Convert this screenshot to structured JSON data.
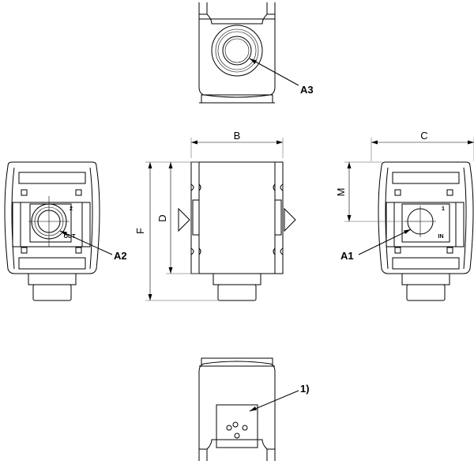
{
  "labels": {
    "a1": "A1",
    "a2": "A2",
    "a3": "A3",
    "note1": "1)"
  },
  "dimensions": {
    "b": "B",
    "c": "C",
    "d": "D",
    "f": "F",
    "m": "M"
  },
  "port_marks": {
    "inlet_number": "1",
    "inlet_text": "IN",
    "outlet_number": "2",
    "outlet_text": "OUT"
  }
}
